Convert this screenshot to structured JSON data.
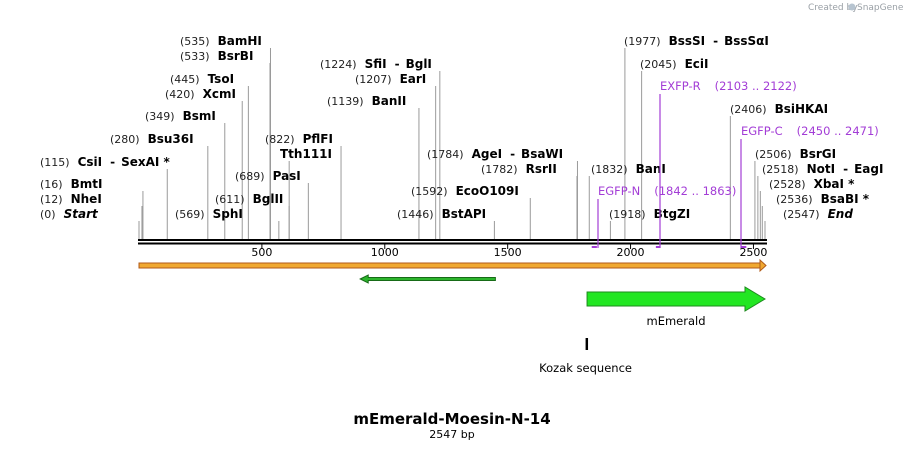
{
  "map": {
    "name": "mEmerald-Moesin-N-14",
    "length_label": "2547 bp",
    "length": 2547
  },
  "credit": {
    "prefix": "Created by",
    "product": "SnapGene"
  },
  "sites": [
    {
      "pos": "(0)",
      "name": "Start",
      "bp": 0,
      "italic": true
    },
    {
      "pos": "(12)",
      "name": "NheI",
      "bp": 12
    },
    {
      "pos": "(16)",
      "name": "BmtI",
      "bp": 16
    },
    {
      "pos": "(115)",
      "name": "CsiI",
      "bp": 115,
      "extra": "SexAI *"
    },
    {
      "pos": "(280)",
      "name": "Bsu36I",
      "bp": 280
    },
    {
      "pos": "(349)",
      "name": "BsmI",
      "bp": 349
    },
    {
      "pos": "(420)",
      "name": "XcmI",
      "bp": 420
    },
    {
      "pos": "(445)",
      "name": "TsoI",
      "bp": 445
    },
    {
      "pos": "(533)",
      "name": "BsrBI",
      "bp": 533
    },
    {
      "pos": "(535)",
      "name": "BamHI",
      "bp": 535
    },
    {
      "pos": "(569)",
      "name": "SphI",
      "bp": 569
    },
    {
      "pos": "(611)",
      "name": "BglII",
      "bp": 611
    },
    {
      "pos": "(689)",
      "name": "PasI",
      "bp": 689
    },
    {
      "pos": "",
      "name": "Tth111I",
      "bp": 611
    },
    {
      "pos": "(822)",
      "name": "PflFI",
      "bp": 822
    },
    {
      "pos": "(1139)",
      "name": "BanII",
      "bp": 1139
    },
    {
      "pos": "(1207)",
      "name": "EarI",
      "bp": 1207
    },
    {
      "pos": "(1224)",
      "name": "SfiI",
      "bp": 1224,
      "extra": "BglI"
    },
    {
      "pos": "(1446)",
      "name": "BstAPI",
      "bp": 1446
    },
    {
      "pos": "(1592)",
      "name": "EcoO109I",
      "bp": 1592
    },
    {
      "pos": "(1782)",
      "name": "RsrII",
      "bp": 1782
    },
    {
      "pos": "(1784)",
      "name": "AgeI",
      "bp": 1784,
      "extra": "BsaWI"
    },
    {
      "pos": "(1832)",
      "name": "BanI",
      "bp": 1832
    },
    {
      "pos": "(1918)",
      "name": "BtgZI",
      "bp": 1918
    },
    {
      "pos": "(1977)",
      "name": "BssSI",
      "bp": 1977,
      "extra": "BssSαI"
    },
    {
      "pos": "(2045)",
      "name": "EciI",
      "bp": 2045
    },
    {
      "pos": "(2406)",
      "name": "BsiHKAI",
      "bp": 2406
    },
    {
      "pos": "(2506)",
      "name": "BsrGI",
      "bp": 2506
    },
    {
      "pos": "(2518)",
      "name": "NotI",
      "bp": 2518,
      "extra": "EagI"
    },
    {
      "pos": "(2528)",
      "name": "XbaI *",
      "bp": 2528
    },
    {
      "pos": "(2536)",
      "name": "BsaBI *",
      "bp": 2536
    },
    {
      "pos": "(2547)",
      "name": "End",
      "bp": 2547,
      "italic": true
    }
  ],
  "primers": [
    {
      "name": "EXFP-R",
      "range": "(2103 .. 2122)",
      "start": 2103,
      "end": 2122
    },
    {
      "name": "EGFP-C",
      "range": "(2450 .. 2471)",
      "start": 2450,
      "end": 2471
    },
    {
      "name": "EGFP-N",
      "range": "(1842 .. 1863)",
      "start": 1842,
      "end": 1863
    }
  ],
  "ticks": [
    500,
    1000,
    1500,
    2000,
    2500
  ],
  "tick_labels": [
    "500",
    "1000",
    "1500",
    "2000",
    "2500"
  ],
  "features": [
    {
      "name": "",
      "start": 0,
      "end": 2547,
      "color": "#f0a830",
      "kind": "band"
    },
    {
      "name": "",
      "start": 900,
      "end": 1450,
      "color": "#2db52d",
      "kind": "reverse-arrow"
    },
    {
      "name": "mEmerald",
      "start": 1823,
      "end": 2547,
      "color": "#22e622",
      "kind": "forward-arrow"
    },
    {
      "name": "Kozak sequence",
      "start": 1817,
      "end": 1827,
      "color": "#000000",
      "kind": "mark"
    }
  ]
}
